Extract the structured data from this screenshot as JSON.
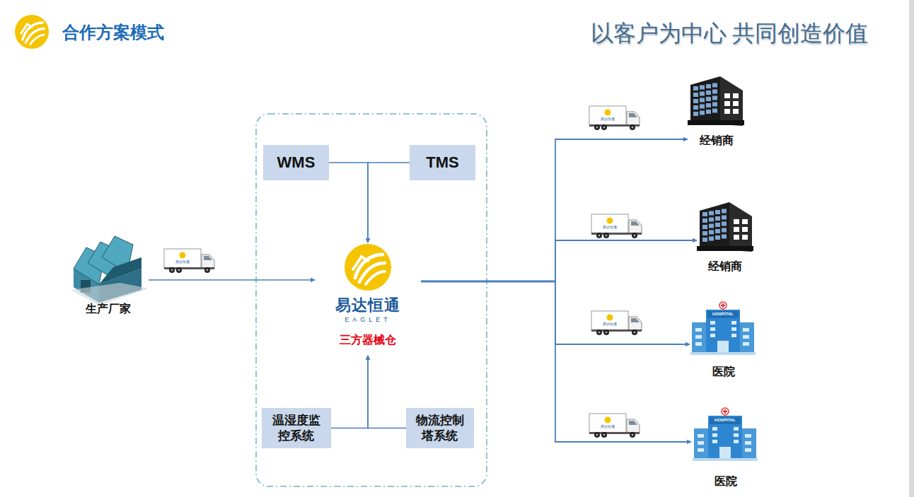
{
  "diagram": {
    "title": "合作方案模式",
    "nodes": [
      {
        "text": [
          "生产厂家"
        ]
      },
      {
        "text": [
          "WMS"
        ]
      },
      {
        "text": [
          "TMS"
        ]
      },
      {
        "text": [
          "易达恒通",
          "EAGLET",
          "三方器械仓"
        ]
      },
      {
        "text": [
          "温湿度监控系统"
        ]
      },
      {
        "text": [
          "物流控制塔系统"
        ]
      },
      {
        "text": [
          "经销商"
        ]
      },
      {
        "text": [
          "经销商"
        ]
      },
      {
        "text": [
          "医院"
        ]
      },
      {
        "text": [
          "医院"
        ]
      }
    ],
    "edges": [
      {
        "from": 0,
        "to": 3,
        "arrow": "to"
      },
      {
        "from": 1,
        "to": 3,
        "arrow": "to"
      },
      {
        "from": 2,
        "to": 3,
        "arrow": "to"
      },
      {
        "from": 4,
        "to": 3,
        "arrow": "to"
      },
      {
        "from": 5,
        "to": 3,
        "arrow": "to"
      },
      {
        "from": 3,
        "to": 6,
        "arrow": "to"
      },
      {
        "from": 3,
        "to": 7,
        "arrow": "to"
      },
      {
        "from": 3,
        "to": 8,
        "arrow": "to"
      },
      {
        "from": 3,
        "to": 9,
        "arrow": "to"
      }
    ],
    "labels": [
      "以客户为中心 共同创造价值",
      "HOSPITAL",
      "HOSPITAL",
      "易达恒通",
      "易达恒通",
      "易达恒通",
      "易达恒通",
      "易达恒通"
    ]
  }
}
